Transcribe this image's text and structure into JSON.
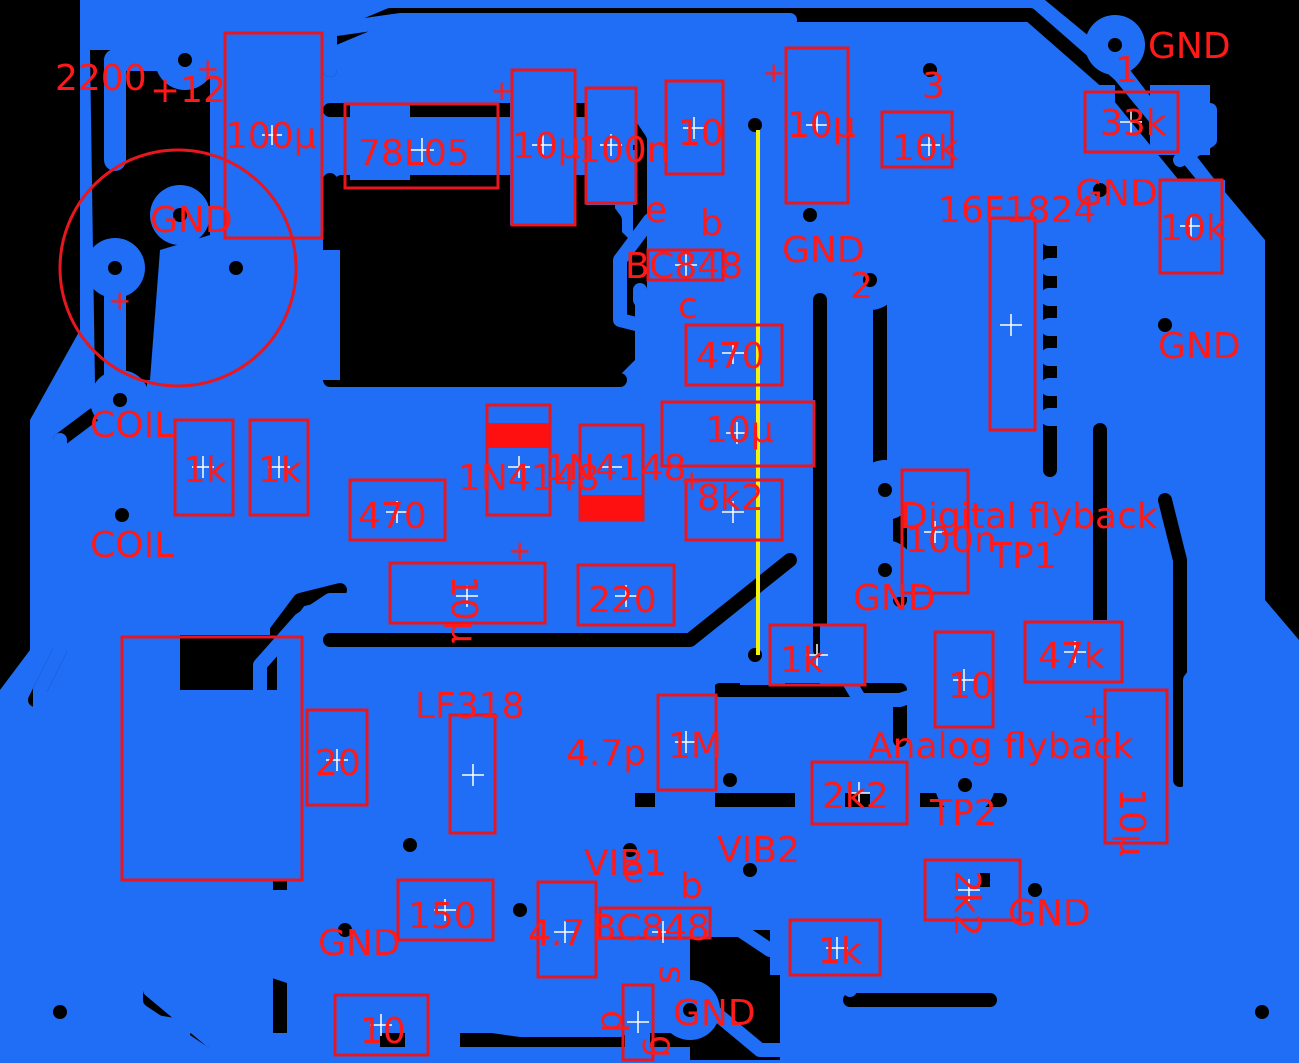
{
  "colors": {
    "background": "#000000",
    "copper": "#1f6ef5",
    "silkscreen": "#ff1a1a",
    "outline": "#e8161e",
    "wire": "#f2f20a",
    "marker": "#ffffff"
  },
  "components": {
    "c_2200": "2200",
    "plus12": "+12",
    "c_100u": "100µ",
    "reg_7805": "78L05",
    "c_10u_a": "10µ",
    "c_100n_a": "100n",
    "r_10_a": "10",
    "c_10u_b": "10µ",
    "pin3": "3",
    "r_10k_a": "10k",
    "pin1": "1",
    "r_33k": "33k",
    "r_10k_b": "10k",
    "ic_16f1824": "16F1824",
    "bc848_a": "BC848",
    "pin_e_a": "e",
    "pin_b_a": "b",
    "pin_c_a": "c",
    "pin2": "2",
    "r_470_a": "470",
    "c_10u_c": "10µ",
    "diode_a": "1N4148",
    "diode_b": "1N4148",
    "r_8k2": "8k2",
    "r_1k_a": "1k",
    "r_1k_b": "1k",
    "r_470_b": "470",
    "coil_a": "COIL",
    "coil_b": "COIL",
    "c_10u_d": "10µ",
    "r_220": "220",
    "c_100n_b": "100n",
    "digital_flyback": "Digital flyback",
    "tp1": "TP1",
    "r_1k_c": "1k",
    "r_10_b": "10",
    "r_47k": "47k",
    "lf318": "LF318",
    "r_20": "20",
    "c_4p7": "4.7p",
    "r_1m": "1M",
    "r_2k2_a": "2k2",
    "analog_flyback": "Analog flyback",
    "c_10u_e": "10µ",
    "tp2": "TP2",
    "r_2k2_b": "2k2",
    "vib1": "VIB1",
    "vib2": "VIB2",
    "pin_e_b": "e",
    "pin_b_b": "b",
    "bc848_b": "BC848",
    "r_150": "150",
    "r_4k7": "4.7",
    "r_1k_d": "1k",
    "r_10_c": "10",
    "pin_s": "s",
    "pin_d": "d",
    "pin_g": "g"
  },
  "gnd_labels": [
    "GND",
    "GND",
    "GND",
    "GND",
    "GND",
    "GND",
    "GND",
    "GND"
  ],
  "plus_marks": [
    "+",
    "+",
    "+",
    "+",
    "+",
    "+",
    "+"
  ]
}
